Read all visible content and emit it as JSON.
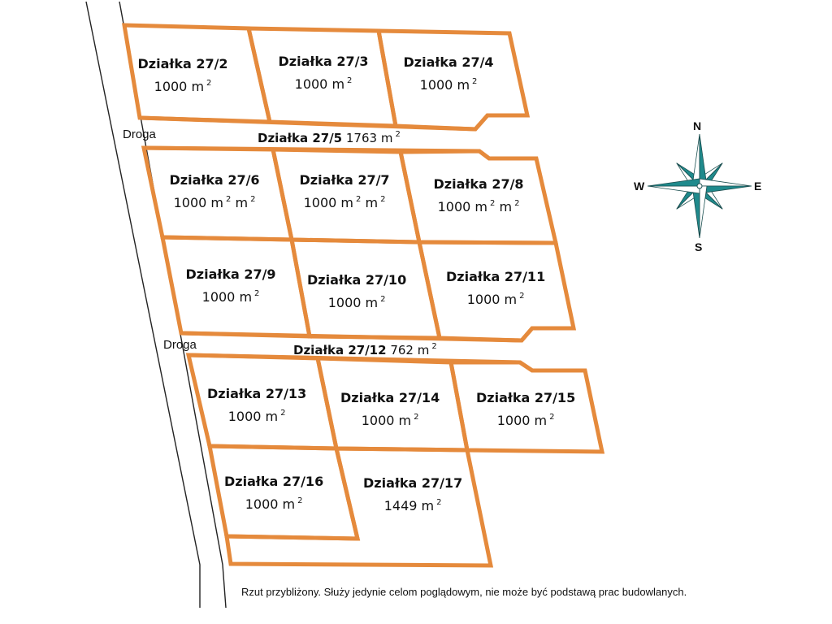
{
  "roads": [
    {
      "label": "Droga"
    },
    {
      "label": "Droga"
    }
  ],
  "plots": [
    {
      "name": "Działka 27/2",
      "area": "1000 m",
      "exp": "2"
    },
    {
      "name": "Działka 27/3",
      "area": "1000 m",
      "exp": "2"
    },
    {
      "name": "Działka 27/4",
      "area": "1000 m",
      "exp": "2"
    },
    {
      "name": "Działka 27/6",
      "area": "1000 m",
      "exp": "2",
      "suffix": " m",
      "exp2": "2"
    },
    {
      "name": "Działka 27/7",
      "area": "1000 m",
      "exp": "2",
      "suffix": " m",
      "exp2": "2"
    },
    {
      "name": "Działka 27/8",
      "area": "1000 m",
      "exp": "2",
      "suffix": " m",
      "exp2": "2"
    },
    {
      "name": "Działka 27/9",
      "area": "1000 m",
      "exp": "2"
    },
    {
      "name": "Działka 27/10",
      "area": "1000 m",
      "exp": "2"
    },
    {
      "name": "Działka 27/11",
      "area": "1000 m",
      "exp": "2"
    },
    {
      "name": "Działka 27/13",
      "area": "1000 m",
      "exp": "2"
    },
    {
      "name": "Działka 27/14",
      "area": "1000 m",
      "exp": "2"
    },
    {
      "name": "Działka 27/15",
      "area": "1000 m",
      "exp": "2"
    },
    {
      "name": "Działka 27/16",
      "area": "1000 m",
      "exp": "2"
    },
    {
      "name": "Działka 27/17",
      "area": "1449 m",
      "exp": "2"
    }
  ],
  "strips": [
    {
      "name": "Działka 27/5",
      "area": " 1763 m",
      "exp": "2"
    },
    {
      "name": "Działka 27/12",
      "area": " 762 m",
      "exp": "2"
    }
  ],
  "compass": {
    "n": "N",
    "s": "S",
    "e": "E",
    "w": "W",
    "color": "#1f8a8c"
  },
  "plot_color": "#e58a3c",
  "disclaimer": "Rzut przybliżony. Służy jedynie celom poglądowym, nie może być podstawą prac budowlanych."
}
